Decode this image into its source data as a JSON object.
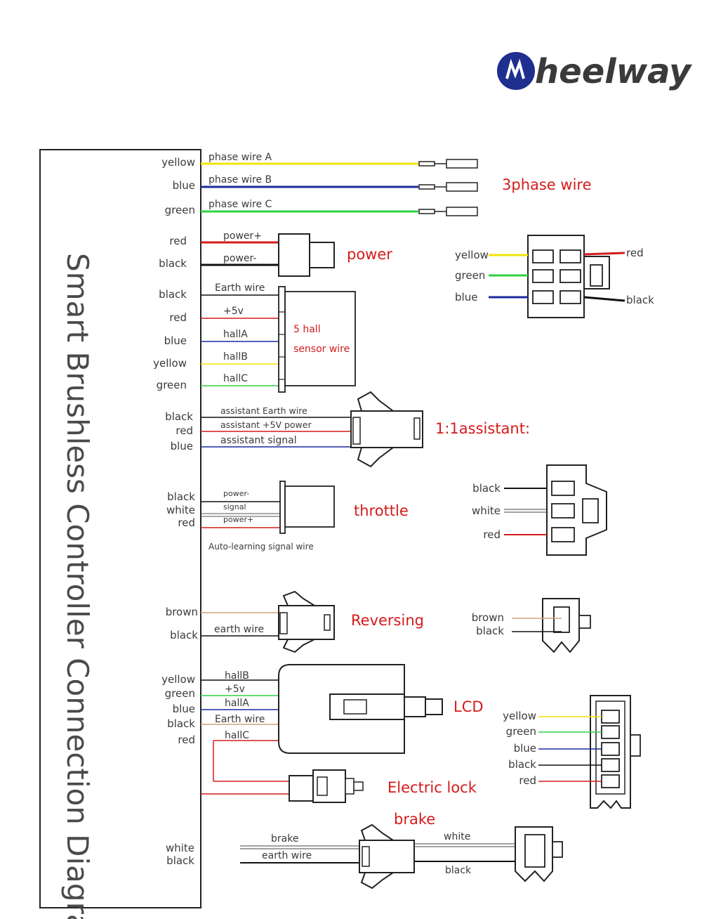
{
  "logo": {
    "text": "heelway",
    "mark_color": "#1f2f8f"
  },
  "controller": {
    "title": "Smart Brushless Controller Connection Diagram"
  },
  "colors": {
    "yellow": "#f2e40a",
    "blue": "#1b2a9e",
    "green": "#2fd142",
    "red": "#d41b1b",
    "black": "#111111",
    "brown": "#c9a57a",
    "white": "#ffffff",
    "title_red": "#d41b1b"
  },
  "phase": {
    "title": "3phase wire",
    "wires": [
      {
        "color": "yellow",
        "name": "phase wire A"
      },
      {
        "color": "blue",
        "name": "phase wire B"
      },
      {
        "color": "green",
        "name": "phase wire C"
      }
    ]
  },
  "power": {
    "title": "power",
    "wires": [
      {
        "color": "red",
        "name": "power+"
      },
      {
        "color": "black",
        "name": "power-"
      }
    ],
    "pinout": {
      "left": [
        "yellow",
        "green",
        "blue"
      ],
      "right": [
        "red",
        "black"
      ]
    }
  },
  "hall": {
    "title_line1": "5 hall",
    "title_line2": "sensor wire",
    "wires": [
      {
        "color": "black",
        "name": "Earth wire"
      },
      {
        "color": "red",
        "name": "+5v"
      },
      {
        "color": "blue",
        "name": "hallA"
      },
      {
        "color": "yellow",
        "name": "hallB"
      },
      {
        "color": "green",
        "name": "hallC"
      }
    ]
  },
  "assistant": {
    "title": "1:1assistant:",
    "wires": [
      {
        "color": "black",
        "name": "assistant Earth wire"
      },
      {
        "color": "red",
        "name": "assistant +5V power"
      },
      {
        "color": "blue",
        "name": "assistant signal"
      }
    ]
  },
  "throttle": {
    "title": "throttle",
    "note": "Auto-learning signal wire",
    "wires": [
      {
        "color": "black",
        "name": "power-"
      },
      {
        "color": "white",
        "name": "signal"
      },
      {
        "color": "red",
        "name": "power+"
      }
    ],
    "pinout": [
      "black",
      "white",
      "red"
    ]
  },
  "reversing": {
    "title": "Reversing",
    "wires": [
      {
        "color": "brown",
        "name": ""
      },
      {
        "color": "black",
        "name": "earth wire"
      }
    ],
    "pinout": [
      "brown",
      "black"
    ]
  },
  "lcd": {
    "title": "LCD",
    "wires": [
      {
        "color": "yellow",
        "name": "hallB"
      },
      {
        "color": "green",
        "name": "+5v"
      },
      {
        "color": "blue",
        "name": "hallA"
      },
      {
        "color": "black",
        "name": "Earth wire"
      },
      {
        "color": "red",
        "name": "hallC"
      }
    ],
    "pinout": [
      "yellow",
      "green",
      "blue",
      "black",
      "red"
    ]
  },
  "electric_lock": {
    "title": "Electric lock"
  },
  "brake": {
    "title": "brake",
    "wires": [
      {
        "color": "white",
        "name": "brake"
      },
      {
        "color": "black",
        "name": "earth wire"
      }
    ],
    "right_labels": [
      "white",
      "black"
    ]
  }
}
